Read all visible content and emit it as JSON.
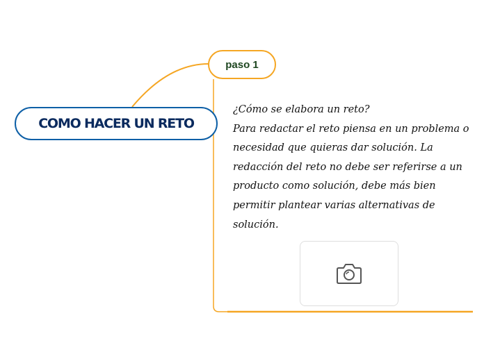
{
  "central": {
    "label": "COMO HACER UN RETO"
  },
  "topic": {
    "label": "paso 1"
  },
  "note": {
    "lines": [
      "¿Cómo se elabora un reto?",
      "Para redactar el reto piensa en un problema o",
      "necesidad que quieras dar solución. La",
      "redacción del reto no debe ser referirse a un",
      "producto como solución, debe más bien",
      "permitir plantear varias alternativas de",
      "solución."
    ]
  },
  "image_placeholder": {
    "icon": "camera-icon"
  },
  "colors": {
    "connector": "#f5a623",
    "central_border": "#0d5fa6",
    "central_text": "#0a2a5e",
    "topic_border": "#f5a623",
    "topic_text": "#1e4620"
  }
}
